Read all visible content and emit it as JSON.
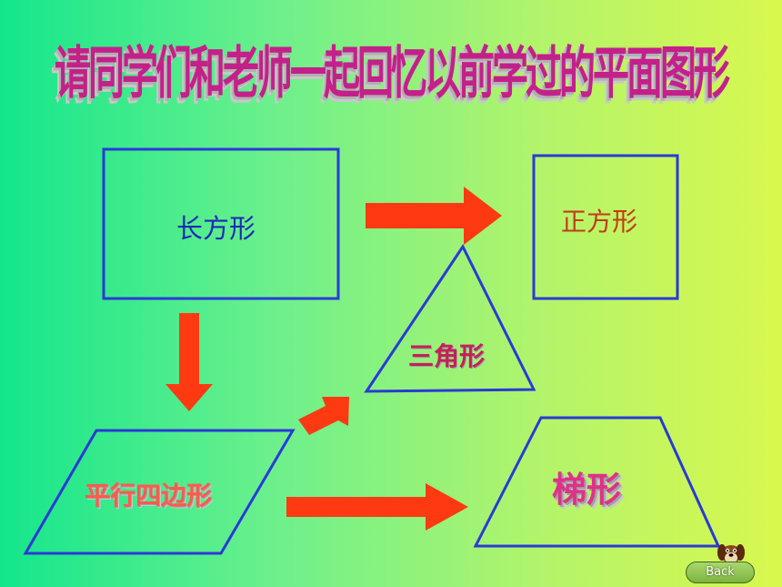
{
  "title": "请同学们和老师一起回忆以前学过的平面图形",
  "shapes": {
    "rectangle": "长方形",
    "square": "正方形",
    "triangle": "三角形",
    "parallelogram": "平行四边形",
    "trapezoid": "梯形"
  },
  "back_button": {
    "label": "Back"
  },
  "icons": {
    "back_mascot": "dog-icon"
  },
  "colors": {
    "outline": "#2a3ad6",
    "arrow": "#ff3a12",
    "title": "#c4208a",
    "rectangle_text": "#1a2ab8",
    "square_text": "#c43a1a",
    "triangle_text": "#c4205a",
    "parallelogram_text": "#ff5a4a",
    "trapezoid_text": "#e0308a"
  }
}
